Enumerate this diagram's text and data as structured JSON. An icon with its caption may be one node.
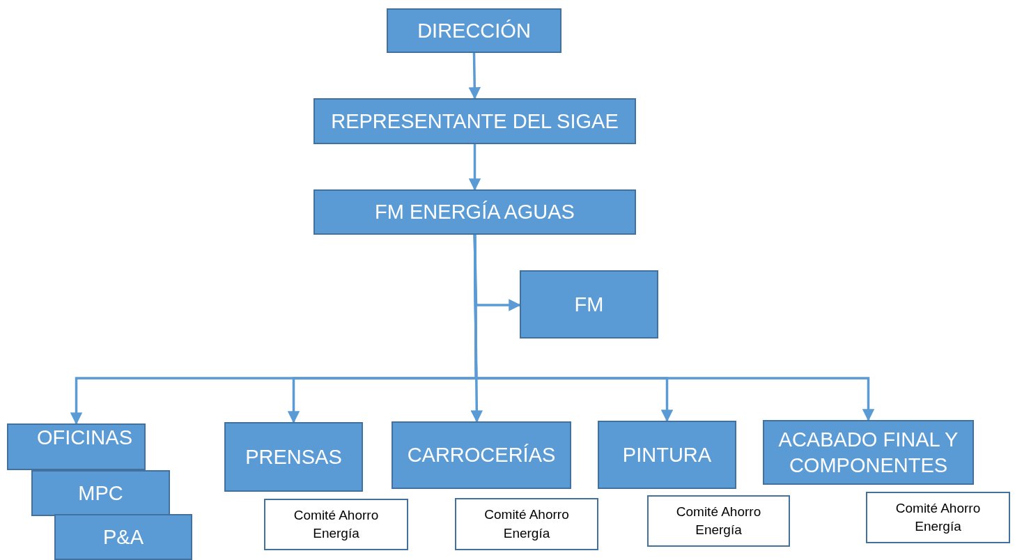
{
  "diagram": {
    "nodes": [
      {
        "text": [
          "DIRECCIÓN"
        ]
      },
      {
        "text": [
          "REPRESENTANTE DEL SIGAE"
        ]
      },
      {
        "text": [
          "FM ENERGÍA AGUAS"
        ]
      },
      {
        "text": [
          "FM"
        ]
      },
      {
        "text": [
          "OFICINAS"
        ]
      },
      {
        "text": [
          "MPC"
        ]
      },
      {
        "text": [
          "P&A"
        ]
      },
      {
        "text": [
          "PRENSAS"
        ]
      },
      {
        "text": [
          "CARROCERÍAS"
        ]
      },
      {
        "text": [
          "PINTURA"
        ]
      },
      {
        "text": [
          "ACABADO FINAL Y COMPONENTES"
        ]
      },
      {
        "text": [
          "Comité Ahorro Energía"
        ]
      },
      {
        "text": [
          "Comité Ahorro Energía"
        ]
      },
      {
        "text": [
          "Comité Ahorro Energía"
        ]
      },
      {
        "text": [
          "Comité Ahorro Energía"
        ]
      }
    ],
    "edges": [
      {
        "from": 0,
        "to": 1,
        "arrow": "to"
      },
      {
        "from": 1,
        "to": 2,
        "arrow": "to"
      },
      {
        "from": 2,
        "to": 3,
        "arrow": "to"
      },
      {
        "from": 2,
        "to": 4,
        "arrow": "to"
      },
      {
        "from": 2,
        "to": 7,
        "arrow": "to"
      },
      {
        "from": 2,
        "to": 8,
        "arrow": "to"
      },
      {
        "from": 2,
        "to": 9,
        "arrow": "to"
      },
      {
        "from": 2,
        "to": 10,
        "arrow": "to"
      }
    ]
  }
}
